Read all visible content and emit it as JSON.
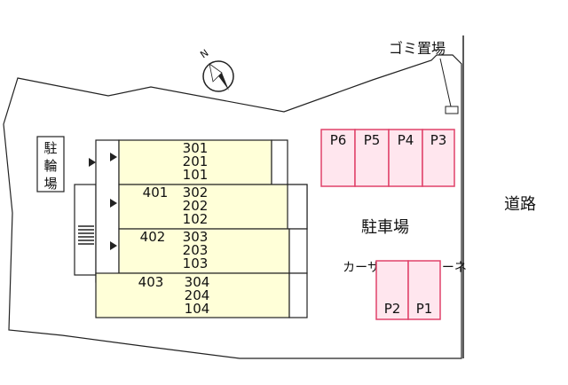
{
  "compass": {
    "mark": "N",
    "icon": "north-arrow-icon"
  },
  "garbage": {
    "label": "ゴミ置場"
  },
  "road": {
    "label": "道路"
  },
  "bicycle_parking": {
    "chars": [
      "駐",
      "輪",
      "場"
    ]
  },
  "parking_lot": {
    "label": "駐車場"
  },
  "car_share": {
    "label": "カーサマンダ゛リーネ"
  },
  "parking_top": [
    "P6",
    "P5",
    "P4",
    "P3"
  ],
  "parking_bottom": [
    "P2",
    "P1"
  ],
  "building": {
    "block_a": {
      "side": "",
      "units": [
        "301",
        "201",
        "101"
      ]
    },
    "block_b": {
      "side": "401",
      "units": [
        "302",
        "202",
        "102"
      ]
    },
    "block_c": {
      "side": "402",
      "units": [
        "303",
        "203",
        "103"
      ]
    },
    "block_d": {
      "side": "403",
      "units": [
        "304",
        "204",
        "104"
      ]
    }
  },
  "colors": {
    "unit_fill": "#ffffd8",
    "parking_fill": "#ffe6ee",
    "parking_stroke": "#e0426a",
    "outline": "#222222"
  }
}
